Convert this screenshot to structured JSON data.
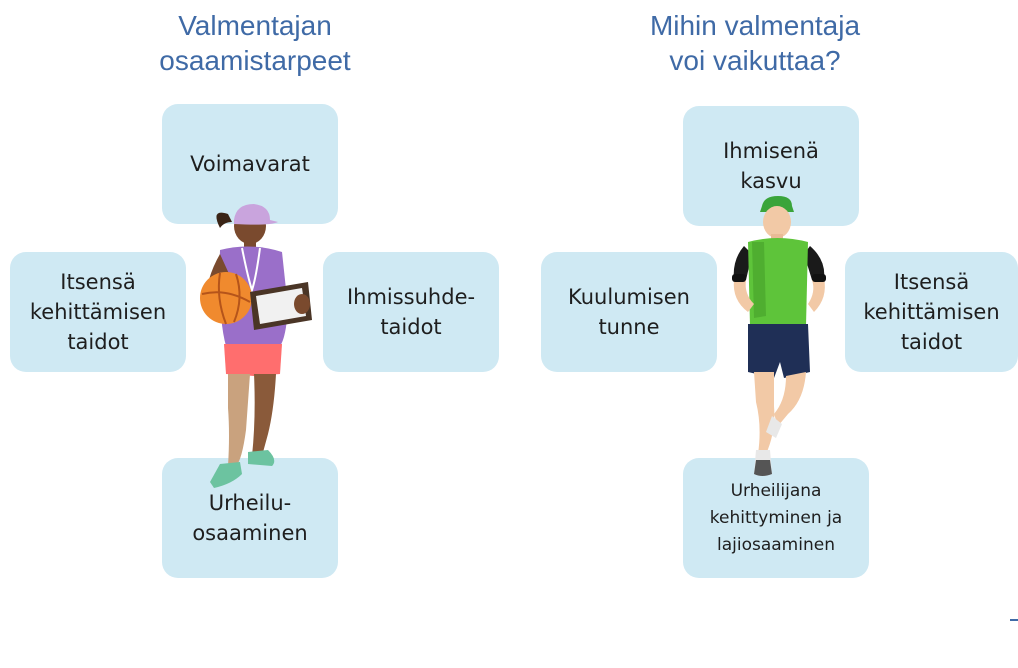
{
  "left": {
    "heading": "Valmentajan\nosaamistarpeet",
    "boxes": {
      "top": "Voimavarat",
      "left": "Itsensä\nkehittämisen\ntaidot",
      "right": "Ihmissuhde-\ntaidot",
      "bottom": "Urheilu-\nosaaminen"
    }
  },
  "right": {
    "heading": "Mihin valmentaja\nvoi vaikuttaa?",
    "boxes": {
      "top": "Ihmisenä\nkasvu",
      "left": "Kuulumisen\ntunne",
      "right": "Itsensä\nkehittämisen\ntaidot",
      "bottom": "Urheilijana\nkehittyminen ja\nlajiosaaminen"
    }
  },
  "colors": {
    "heading": "#3f6aa6",
    "box_fill": "#cfe9f3"
  },
  "icons": {
    "left_figure": "coach-with-ball-and-clipboard",
    "right_figure": "running-athlete"
  }
}
